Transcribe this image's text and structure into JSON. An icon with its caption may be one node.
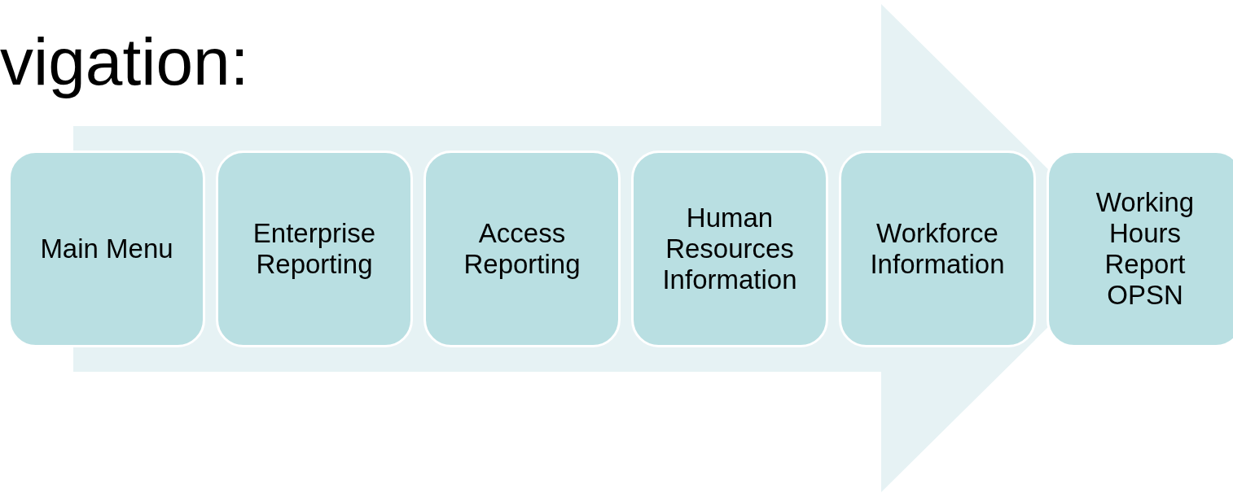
{
  "diagram": {
    "title": "vigation:",
    "nodes": [
      {
        "text": [
          "Main Menu"
        ]
      },
      {
        "text": [
          "Enterprise Reporting"
        ]
      },
      {
        "text": [
          "Access Reporting"
        ]
      },
      {
        "text": [
          "Human Resources Information"
        ]
      },
      {
        "text": [
          "Workforce Information"
        ]
      },
      {
        "text": [
          "Working Hours Report OPSN"
        ]
      }
    ],
    "edges": [
      {
        "from": 0,
        "to": 5,
        "arrow": "to"
      }
    ]
  }
}
